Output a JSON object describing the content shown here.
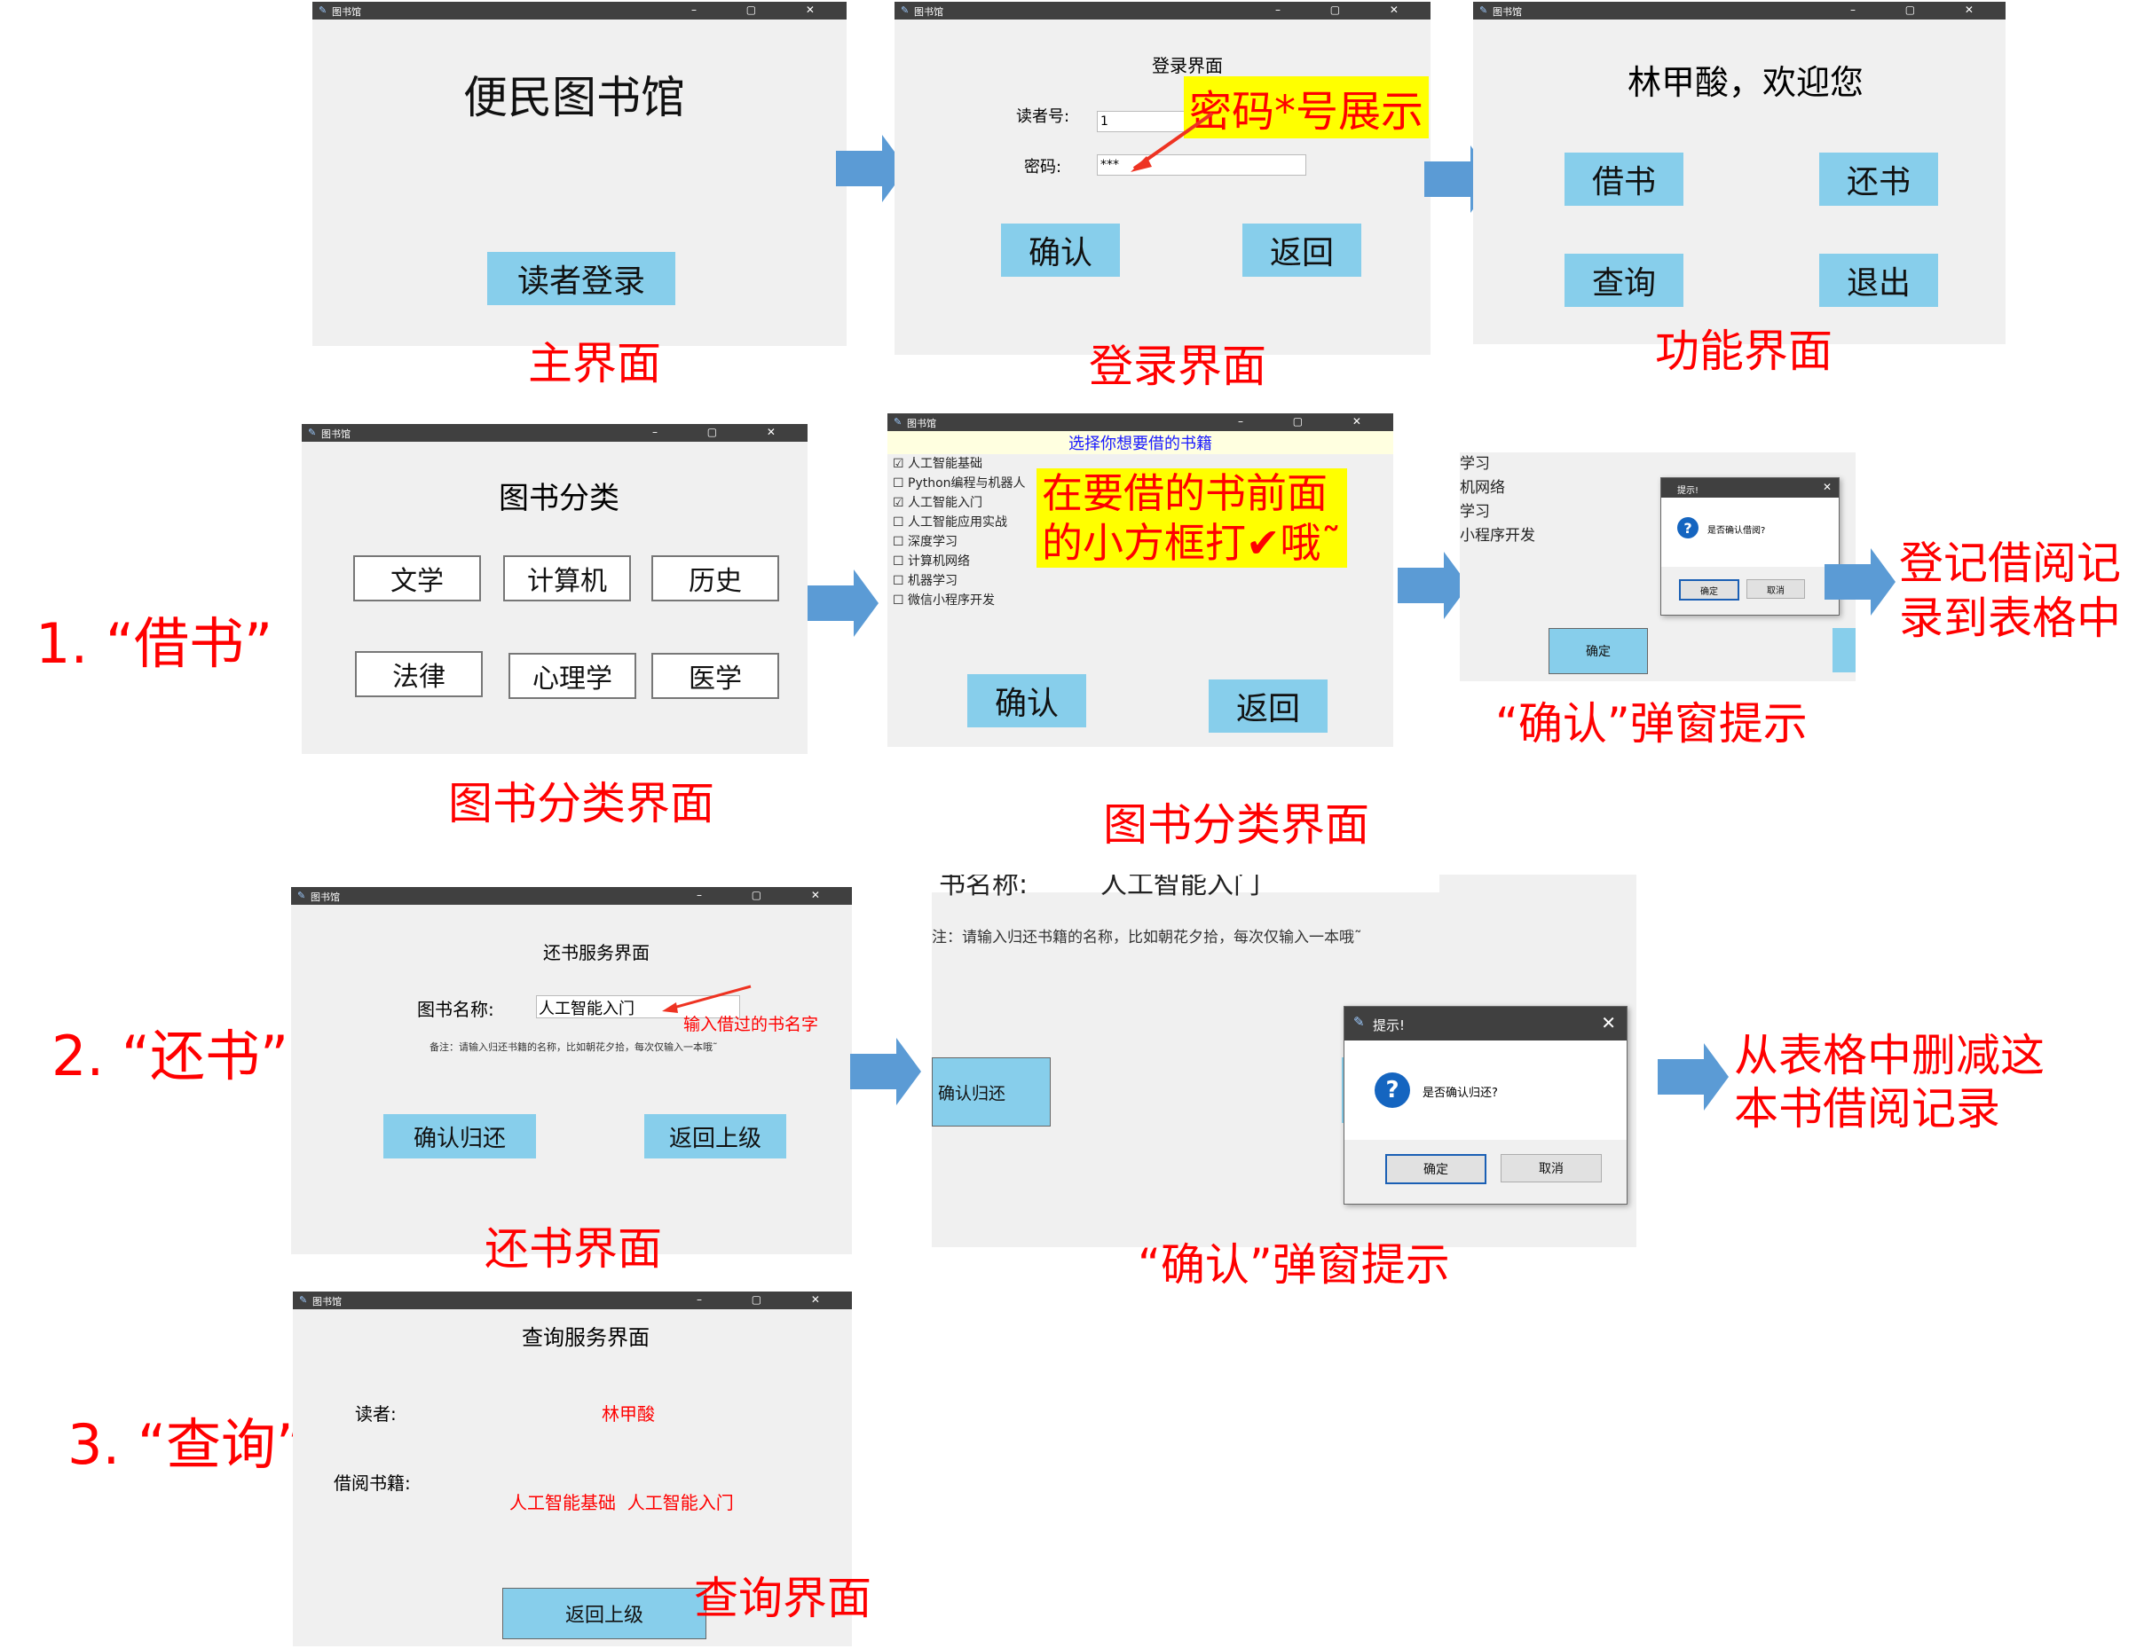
{
  "window_title": "图书馆",
  "window_buttons": "– ▢ ✕",
  "row1": {
    "main": {
      "title": "便民图书馆",
      "btn": "读者登录",
      "caption": "主界面"
    },
    "login": {
      "title": "登录界面",
      "reader_label": "读者号:",
      "reader_value": "1",
      "pw_label": "密码:",
      "pw_value": "***",
      "confirm": "确认",
      "back": "返回",
      "note": "密码*号展示",
      "caption": "登录界面"
    },
    "func": {
      "title": "林甲酸，欢迎您",
      "borrow": "借书",
      "return": "还书",
      "query": "查询",
      "exit": "退出",
      "caption": "功能界面"
    }
  },
  "row2": {
    "label": "1. “借书”",
    "cat": {
      "title": "图书分类",
      "items": [
        "文学",
        "计算机",
        "历史",
        "法律",
        "心理学",
        "医学"
      ],
      "caption": "图书分类界面"
    },
    "select": {
      "header": "选择你想要借的书籍",
      "books": [
        "人工智能基础",
        "Python编程与机器人",
        "人工智能入门",
        "人工智能应用实战",
        "深度学习",
        "计算机网络",
        "机器学习",
        "微信小程序开发"
      ],
      "checked": [
        true,
        false,
        true,
        false,
        false,
        false,
        false,
        false
      ],
      "note_line1": "在要借的书前面",
      "note_line2": "的小方框打✔哦˜",
      "confirm": "确认",
      "back": "返回",
      "caption": "图书分类界面"
    },
    "confirm": {
      "partial_lines": [
        "学习",
        "机网络",
        "学习",
        "小程序开发"
      ],
      "dialog_title": "提示!",
      "dialog_msg": "是否确认借阅?",
      "ok": "确定",
      "cancel": "取消",
      "btn": "确定",
      "caption": "“确认”弹窗提示"
    },
    "result_line1": "登记借阅记",
    "result_line2": "录到表格中"
  },
  "row3": {
    "label": "2. “还书”",
    "ret": {
      "title": "还书服务界面",
      "name_label": "图书名称:",
      "name_value": "人工智能入门",
      "hint": "输入借过的书名字",
      "remark": "备注：请输入归还书籍的名称，比如朝花夕拾，每次仅输入一本哦˜",
      "confirm": "确认归还",
      "back": "返回上级",
      "caption": "还书界面"
    },
    "zoom": {
      "top_left": "书名称:",
      "top_right": "人工智能入门",
      "remark": "注：请输入归还书籍的名称，比如朝花夕拾，每次仅输入一本哦˜",
      "btn": "确认归还",
      "dialog_title": "提示!",
      "dialog_msg": "是否确认归还?",
      "ok": "确定",
      "cancel": "取消",
      "caption": "“确认”弹窗提示"
    },
    "result_line1": "从表格中删减这",
    "result_line2": "本书借阅记录"
  },
  "row4": {
    "label": "3. “查询”",
    "query": {
      "title": "查询服务界面",
      "reader_label": "读者:",
      "reader_value": "林甲酸",
      "books_label": "借阅书籍:",
      "books_value": "人工智能基础  人工智能入门",
      "back": "返回上级",
      "caption": "查询界面"
    }
  },
  "colors": {
    "accent": "#87ceeb",
    "caption": "#ff0000",
    "arrow": "#5b9bd5",
    "highlight": "#ffff00"
  }
}
